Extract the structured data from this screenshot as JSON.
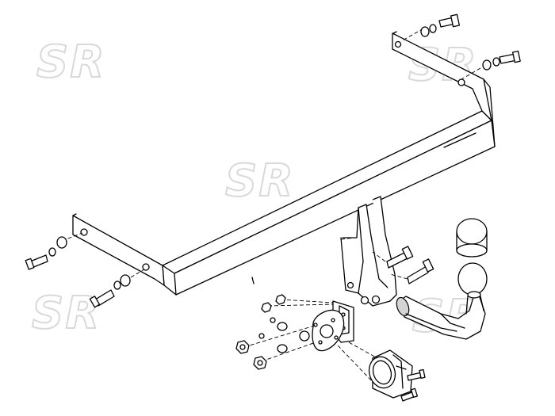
{
  "watermark": {
    "text": "SR",
    "color": "#d9d9d9"
  },
  "drawing": {
    "line_color": "#000000",
    "background": "#ffffff",
    "parts": [
      "crossbar",
      "left-bracket",
      "right-bracket",
      "center-mount-plate",
      "tow-ball-arm",
      "tow-ball",
      "ball-cover-cap",
      "socket-plate",
      "electrical-socket",
      "bolts",
      "nuts",
      "washers"
    ]
  }
}
